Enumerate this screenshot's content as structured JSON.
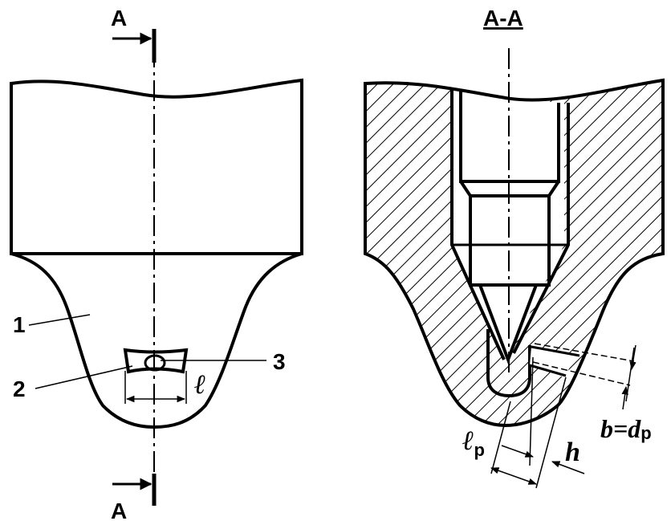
{
  "left_view": {
    "section_mark_top": "A",
    "section_mark_bottom": "A",
    "callout_1": "1",
    "callout_2": "2",
    "callout_3": "3",
    "dim_l": "ℓ"
  },
  "right_view": {
    "title": "A-A",
    "dim_lp_main": "ℓ",
    "dim_lp_sub": "p",
    "dim_h": "h",
    "dim_b_main": "b=d",
    "dim_b_sub": "p"
  },
  "colors": {
    "ink": "#000000",
    "paper": "#ffffff"
  }
}
